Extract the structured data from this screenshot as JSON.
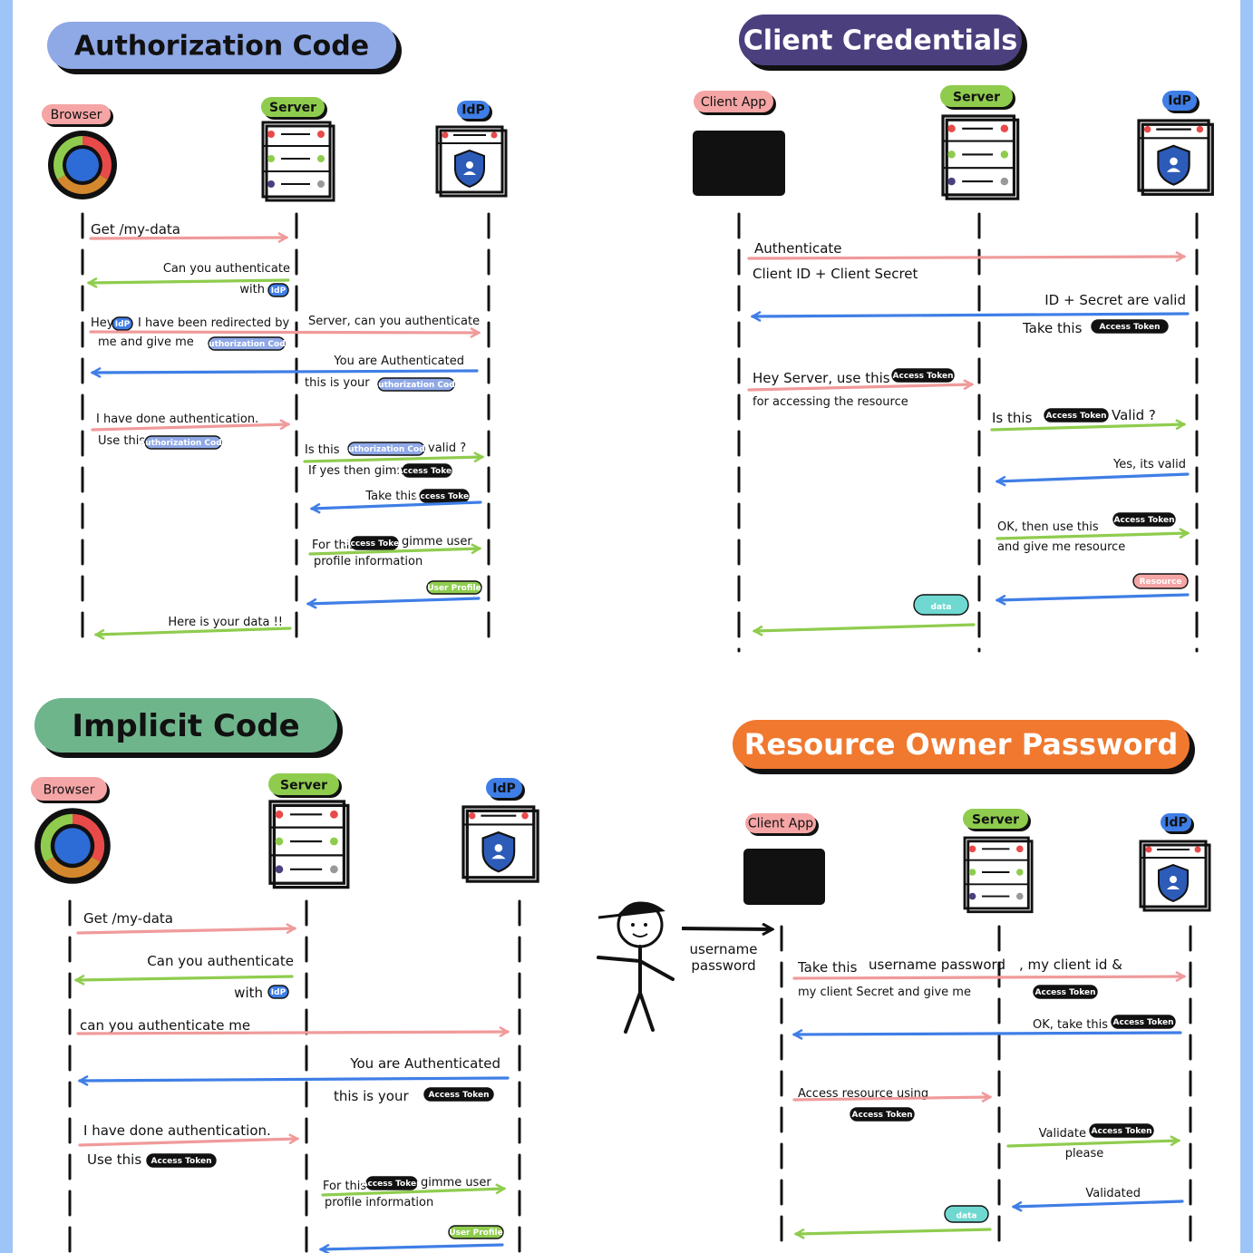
{
  "colors": {
    "pink": "#f09a9a",
    "green": "#8fcc4e",
    "blue": "#3f7ee6",
    "lifeline": "#111111",
    "auth_title_bg": "#8fa8e6",
    "client_title_bg": "#4c3f7d",
    "implicit_title_bg": "#6fb58c",
    "ropc_title_bg": "#f0782f",
    "side_bar": "#9ec5f7"
  },
  "titles": {
    "auth_code": "Authorization Code",
    "client_credentials": "Client Credentials",
    "implicit": "Implicit Code",
    "ropc": "Resource Owner Password"
  },
  "actors": {
    "browser": "Browser",
    "server": "Server",
    "idp": "IdP",
    "client_app": "Client App",
    "terminal_prompt": "$>_"
  },
  "chips": {
    "idp": "IdP",
    "authorization_code": "Authorization Code",
    "access_token": "Access Token",
    "user_profile": "User Profile",
    "resource": "Resource",
    "data": "data"
  },
  "auth_code": {
    "m1": "Get /my-data",
    "m2a": "Can you authenticate",
    "m2b": "with",
    "m3a": "Hey",
    "m3b": "I have been redirected by",
    "m3c": "me and give me",
    "m3d": "Server, can you authenticate",
    "m4a": "You are Authenticated",
    "m4b": "this is your",
    "m5a": "I have done authentication.",
    "m5b": "Use this",
    "m6a": "Is this",
    "m6b": "valid ?",
    "m6c": "If yes then gimme",
    "m7": "Take this",
    "m8a": "For this",
    "m8b": "gimme user",
    "m8c": "profile information",
    "m9": "Here is your data !!"
  },
  "client_cred": {
    "m1a": "Authenticate",
    "m1b": "Client ID + Client Secret",
    "m2a": "ID + Secret are valid",
    "m2b": "Take this",
    "m3a": "Hey Server, use this",
    "m3b": "for accessing the resource",
    "m4a": "Is this",
    "m4b": "Valid ?",
    "m5": "Yes, its valid",
    "m6a": "OK, then use this",
    "m6b": "and give me resource"
  },
  "implicit": {
    "m1": "Get /my-data",
    "m2a": "Can you authenticate",
    "m2b": "with",
    "m3": "can you authenticate me",
    "m4a": "You are Authenticated",
    "m4b": "this is your",
    "m5a": "I have done authentication.",
    "m5b": "Use this",
    "m6a": "For this",
    "m6b": "gimme user",
    "m6c": "profile information"
  },
  "ropc": {
    "user_label_1": "username",
    "user_label_2": "password",
    "m1a": "Take this",
    "m1b": "username password",
    "m1c": ", my client id &",
    "m1d": "my client Secret and give me",
    "m2": "OK, take this",
    "m3": "Access resource using",
    "m4a": "Validate",
    "m4b": "please",
    "m5": "Validated"
  }
}
